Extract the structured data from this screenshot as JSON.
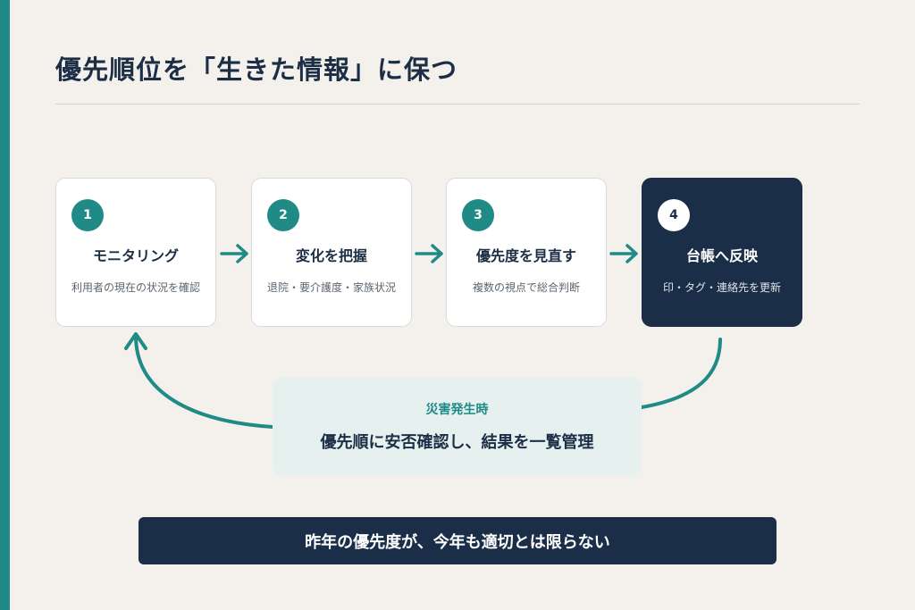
{
  "title": "優先順位を「生きた情報」に保つ",
  "steps": [
    {
      "number": "1",
      "title": "モニタリング",
      "description": "利用者の現在の状況を確認"
    },
    {
      "number": "2",
      "title": "変化を把握",
      "description": "退院・要介護度・家族状況"
    },
    {
      "number": "3",
      "title": "優先度を見直す",
      "description": "複数の視点で総合判断"
    },
    {
      "number": "4",
      "title": "台帳へ反映",
      "description": "印・タグ・連絡先を更新"
    }
  ],
  "disaster_note": {
    "label": "災害発生時",
    "text": "優先順に安否確認し、結果を一覧管理"
  },
  "bottom_message": "昨年の優先度が、今年も適切とは限らない",
  "colors": {
    "accent": "#1f8a86",
    "navy": "#1a2e48",
    "background": "#f4f1ec",
    "note_background": "#e5f0ef"
  }
}
